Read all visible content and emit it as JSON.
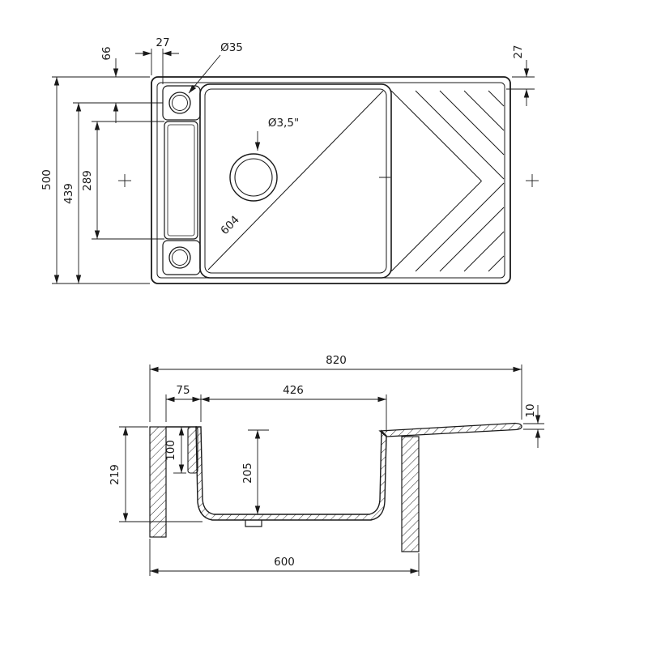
{
  "page": {
    "background": "#ffffff",
    "line_color": "#1a1a1a"
  },
  "top_view": {
    "dims": {
      "overall_depth": "500",
      "hole_span": "439",
      "ledge_span": "289",
      "hole_top_offset": "66",
      "hole_left_offset": "27",
      "hole_diameter": "Ø35",
      "right_offset": "27",
      "diagonal": "604",
      "drain_diameter": "Ø3,5\""
    }
  },
  "section_view": {
    "dims": {
      "overall_width": "820",
      "ledge_width": "75",
      "bowl_width": "426",
      "board_thickness": "10",
      "overall_height": "219",
      "pocket_depth": "100",
      "bowl_depth": "205",
      "base_width": "600"
    }
  }
}
